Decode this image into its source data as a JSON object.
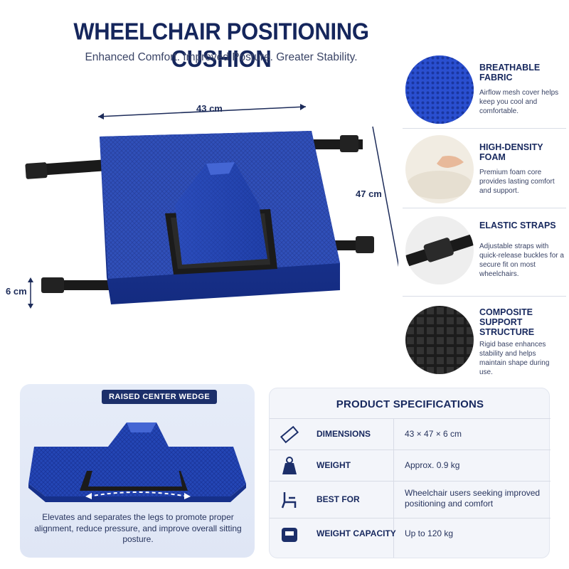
{
  "header": {
    "title": "WHEELCHAIR POSITIONING CUSHION",
    "subtitle": "Enhanced Comfort. Improved Posture. Greater Stability."
  },
  "dimensions": {
    "width": "43 cm",
    "depth": "47 cm",
    "height": "6 cm"
  },
  "features": [
    {
      "title": "BREATHABLE FABRIC",
      "desc": "Airflow mesh cover helps keep you cool and comfortable.",
      "icon": "mesh-fabric-icon"
    },
    {
      "title": "HIGH-DENSITY FOAM",
      "desc": "Premium foam core provides lasting comfort and support.",
      "icon": "foam-hand-icon"
    },
    {
      "title": "ELASTIC STRAPS",
      "desc": "Adjustable straps with quick-release buckles for a secure fit on most wheelchairs.",
      "icon": "buckle-strap-icon"
    },
    {
      "title": "COMPOSITE SUPPORT STRUCTURE",
      "desc": "Rigid base enhances stability and helps maintain shape during use.",
      "icon": "grid-base-icon"
    }
  ],
  "wedge": {
    "badge": "RAISED CENTER WEDGE",
    "description": "Elevates and separates the legs to promote proper alignment, reduce pressure, and improve overall sitting posture."
  },
  "specs": {
    "title": "PRODUCT SPECIFICATIONS",
    "rows": [
      {
        "label": "DIMENSIONS",
        "value": "43 × 47 × 6 cm",
        "icon": "ruler-icon"
      },
      {
        "label": "WEIGHT",
        "value": "Approx. 0.9 kg",
        "icon": "weight-icon"
      },
      {
        "label": "BEST FOR",
        "value": "Wheelchair users seeking improved positioning and comfort",
        "icon": "wheelchair-seat-icon"
      },
      {
        "label": "WEIGHT CAPACITY",
        "value": "Up to 120 kg",
        "icon": "scale-icon"
      }
    ]
  },
  "colors": {
    "navy": "#15265c",
    "cushion_blue": "#2346b8",
    "panel_blue": "#e3eaf7",
    "panel_gray": "#f3f5fa"
  }
}
